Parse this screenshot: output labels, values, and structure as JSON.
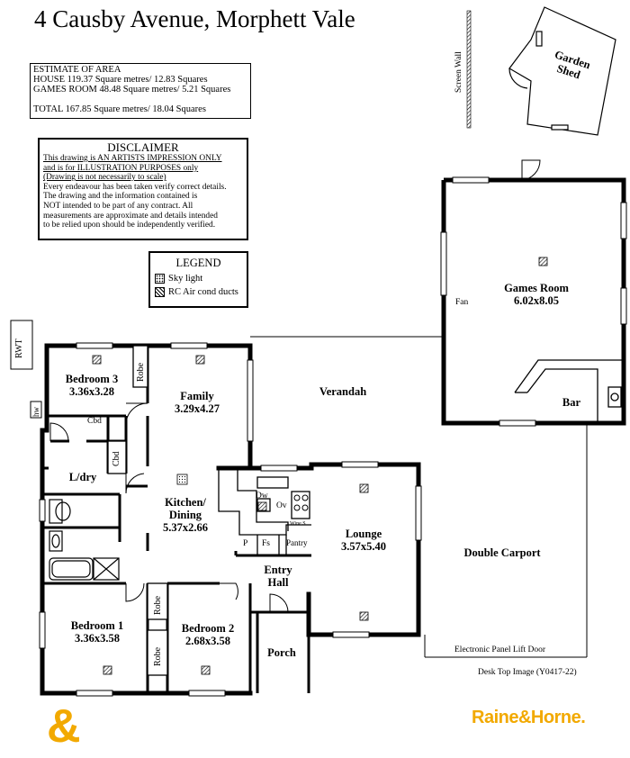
{
  "title": "4 Causby Avenue,  Morphett Vale",
  "estimate": {
    "heading": "ESTIMATE OF AREA",
    "house": "HOUSE  119.37 Square metres/ 12.83 Squares",
    "games_room": "GAMES ROOM  48.48 Square metres/ 5.21 Squares",
    "total": "TOTAL  167.85 Square metres/ 18.04 Squares"
  },
  "disclaimer": {
    "heading": "DISCLAIMER",
    "lines": [
      "This drawing is AN ARTISTS IMPRESSION ONLY",
      "and is for ILLUSTRATION PURPOSES only",
      "(Drawing is not necessarily to scale)",
      "Every endeavour has been taken verify correct details.",
      "The drawing and the information contained is",
      "NOT intended to be part of any contract.  All",
      "measurements are approximate and details intended",
      "to be relied upon should be independently verified."
    ]
  },
  "legend": {
    "heading": "LEGEND",
    "skylight": "Sky light",
    "ducts": "RC Air cond ducts"
  },
  "rooms": {
    "bedroom3": {
      "name": "Bedroom 3",
      "dims": "3.36x3.28"
    },
    "family": {
      "name": "Family",
      "dims": "3.29x4.27"
    },
    "kitchen": {
      "name": "Kitchen/",
      "name2": "Dining",
      "dims": "5.37x2.66"
    },
    "lounge": {
      "name": "Lounge",
      "dims": "3.57x5.40"
    },
    "bedroom1": {
      "name": "Bedroom 1",
      "dims": "3.36x3.58"
    },
    "bedroom2": {
      "name": "Bedroom 2",
      "dims": "2.68x3.58"
    },
    "games": {
      "name": "Games Room",
      "dims": "6.02x8.05"
    },
    "garden_shed": {
      "name": "Garden",
      "name2": "Shed"
    },
    "verandah": "Verandah",
    "carport": "Double Carport",
    "entry": "Entry",
    "hall": "Hall",
    "porch": "Porch",
    "ldry": "L/dry",
    "bar": "Bar"
  },
  "small_labels": {
    "robe": "Robe",
    "cbd": "Cbd",
    "dw": "Dw",
    "ov": "Ov",
    "p": "P",
    "fs": "Fs",
    "pantry": "Pantry",
    "wine": "Wine S",
    "fan": "Fan",
    "hw": "hw",
    "rwt": "RWT",
    "screen_wall": "Screen Wall",
    "lift_door": "Electronic Panel Lift  Door"
  },
  "credit": "Desk Top Image (Y0417-22)",
  "brand": "Raine&Horne.",
  "brand_mark": "&",
  "colors": {
    "brand": "#f2a900"
  }
}
